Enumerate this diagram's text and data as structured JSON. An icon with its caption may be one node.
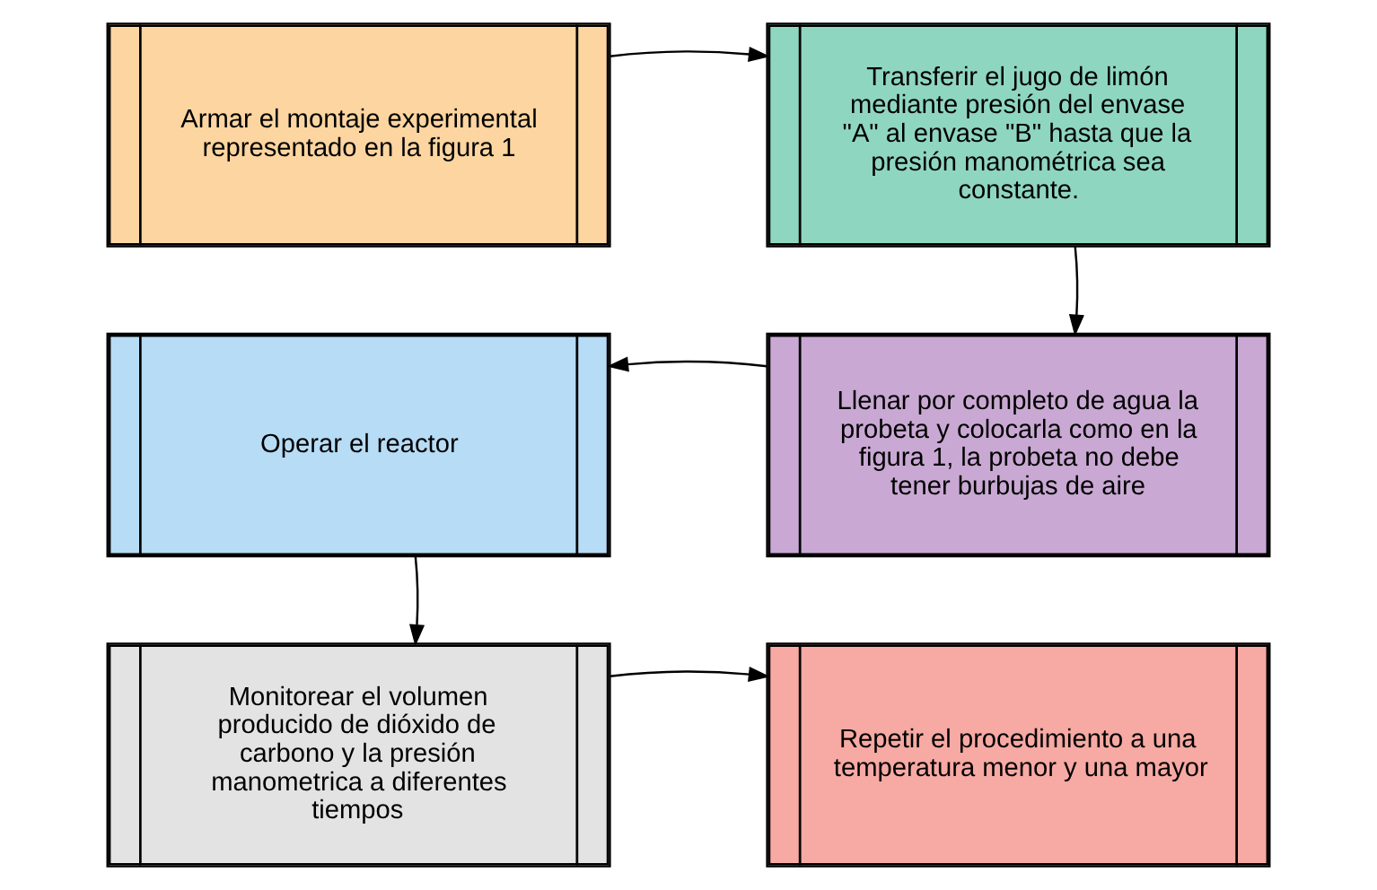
{
  "diagram": {
    "nodes": [
      {
        "text": [
          "Armar el montaje experimental representado en la figura 1"
        ]
      },
      {
        "text": [
          "Transferir el jugo de limón mediante presión del envase \"A\" al envase \"B\" hasta que la presión manométrica sea constante."
        ]
      },
      {
        "text": [
          "Llenar por completo de agua la probeta y colocarla como en la figura 1, la probeta no debe tener burbujas de aire"
        ]
      },
      {
        "text": [
          "Operar el reactor"
        ]
      },
      {
        "text": [
          "Monitorear el volumen producido de dióxido de carbono y la presión manometrica a diferentes tiempos"
        ]
      },
      {
        "text": [
          "Repetir el procedimiento a una temperatura menor y una mayor"
        ]
      }
    ],
    "edges": [
      {
        "from": 0,
        "to": 1,
        "arrow": "to"
      },
      {
        "from": 1,
        "to": 2,
        "arrow": "to"
      },
      {
        "from": 2,
        "to": 3,
        "arrow": "to"
      },
      {
        "from": 3,
        "to": 4,
        "arrow": "to"
      },
      {
        "from": 4,
        "to": 5,
        "arrow": "to"
      }
    ]
  }
}
